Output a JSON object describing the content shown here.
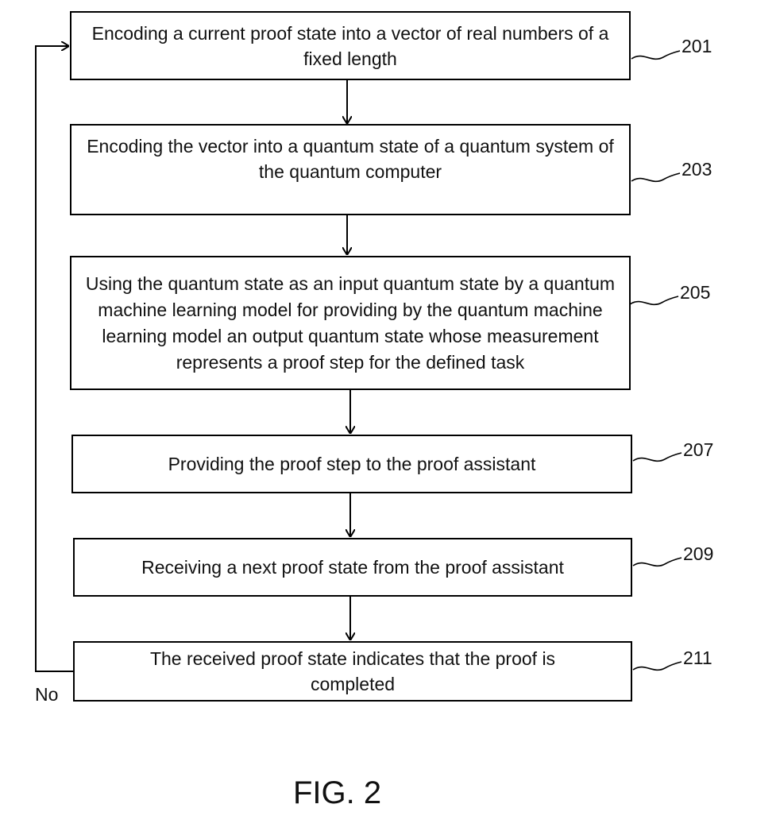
{
  "steps": [
    {
      "id": "201",
      "text": "Encoding a current proof state into a vector of real numbers of a fixed length"
    },
    {
      "id": "203",
      "text": "Encoding the vector into a quantum state of a quantum system of the quantum computer"
    },
    {
      "id": "205",
      "text": "Using the quantum state as an input quantum state by a quantum machine learning model for providing by the quantum machine learning model an output quantum state whose measurement represents a proof step for the defined task"
    },
    {
      "id": "207",
      "text": "Providing the proof step to the proof assistant"
    },
    {
      "id": "209",
      "text": "Receiving a next proof state from the proof assistant"
    },
    {
      "id": "211",
      "text": "The received proof state indicates that the proof is completed"
    }
  ],
  "loop_label": "No",
  "figure_label": "FIG. 2"
}
